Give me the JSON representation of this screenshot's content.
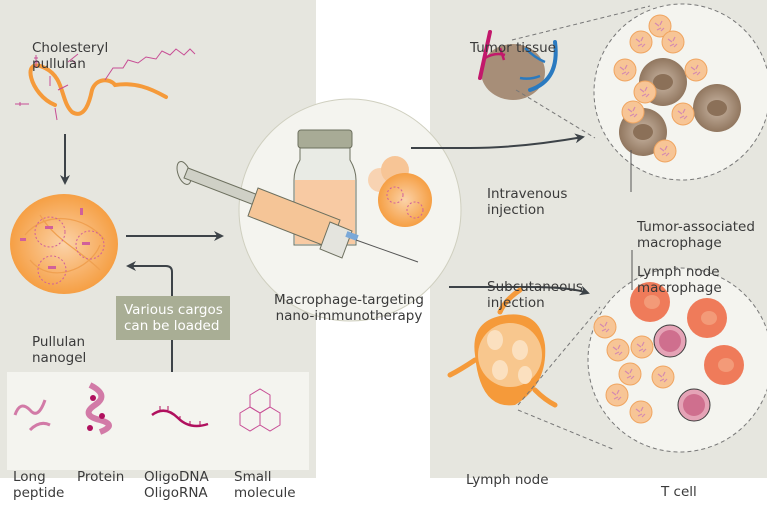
{
  "figure": {
    "left": {
      "cholesteryl_pullulan": [
        "Cholesteryl",
        "pullulan"
      ],
      "pullulan_nanogel": [
        "Pullulan",
        "nanogel"
      ],
      "cargo_tag": [
        "Various cargos",
        "can be loaded"
      ],
      "cargos": [
        {
          "icon": "long-peptide",
          "label": [
            "Long",
            "peptide"
          ]
        },
        {
          "icon": "protein",
          "label": [
            "Protein",
            ""
          ]
        },
        {
          "icon": "oligo-nucleotide",
          "label": [
            "OligoDNA",
            "OligoRNA"
          ]
        },
        {
          "icon": "small-molecule",
          "label": [
            "Small",
            "molecule"
          ]
        }
      ]
    },
    "center": {
      "label": [
        "Macrophage-targeting",
        "nano-immunotherapy"
      ]
    },
    "right": {
      "tumor_tissue": "Tumor tissue",
      "intravenous": [
        "Intravenous",
        "injection"
      ],
      "tumor_macrophage": [
        "Tumor-associated",
        "macrophage"
      ],
      "subcutaneous": [
        "Subcutaneous",
        "injection"
      ],
      "lymph_macrophage": [
        "Lymph node",
        "macrophage"
      ],
      "lymph_node": "Lymph node",
      "t_cell": "T cell"
    },
    "colors": {
      "panel_bg": "#e6e6df",
      "orange": "#f59a3a",
      "nanogel_fill": "#f7b777",
      "magenta": "#c2186b",
      "pink": "#d0609a",
      "blue": "#2a7ac0",
      "tumor_brown": "#a78e78",
      "lymph_macrophage": "#ef7b5a",
      "tcell": "#cf6f8e",
      "tag_bg": "#a9ae95",
      "arrow": "#3d4348"
    }
  }
}
